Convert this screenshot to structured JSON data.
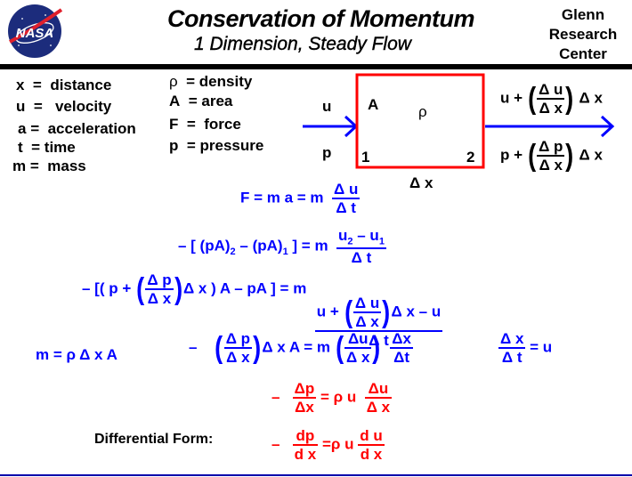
{
  "header": {
    "logo": "NASA",
    "title": "Conservation of Momentum",
    "subtitle": "1 Dimension, Steady Flow",
    "org_line1": "Glenn",
    "org_line2": "Research",
    "org_line3": "Center"
  },
  "colors": {
    "bar": "#000000",
    "equations": "#0000ff",
    "result": "#ff0000",
    "box": "#ff0000",
    "arrow": "#0000ff",
    "nasa_blue": "#1c2c7c"
  },
  "legend": {
    "left": [
      {
        "sym": "x",
        "eq": "=",
        "label": "distance"
      },
      {
        "sym": "u",
        "eq": "=",
        "label": "velocity"
      },
      {
        "sym": "a",
        "eq": "=",
        "label": "acceleration"
      },
      {
        "sym": "t",
        "eq": "=",
        "label": "time"
      },
      {
        "sym": "m",
        "eq": "=",
        "label": "mass"
      }
    ],
    "right": [
      {
        "sym": "ρ",
        "eq": "=",
        "label": "density"
      },
      {
        "sym": "A",
        "eq": "=",
        "label": "area"
      },
      {
        "sym": "F",
        "eq": "=",
        "label": "force"
      },
      {
        "sym": "p",
        "eq": "=",
        "label": "pressure"
      }
    ]
  },
  "diagram": {
    "in_u": "u",
    "in_p": "p",
    "box_A": "A",
    "box_rho": "ρ",
    "station1": "1",
    "station2": "2",
    "dx": "Δ x",
    "out_u_base": "u +",
    "out_u_num": "Δ u",
    "out_u_den": "Δ x",
    "out_u_tail": "Δ x",
    "out_p_base": "p +",
    "out_p_num": "Δ p",
    "out_p_den": "Δ x",
    "out_p_tail": "Δ x"
  },
  "equations": {
    "eq1": {
      "lhs": "F  =  m a  =  m",
      "num": "Δ u",
      "den": "Δ  t"
    },
    "eq2": {
      "lhs": "– [ (pA)",
      "sub2": "2",
      "mid": " – (pA)",
      "sub1": "1",
      "rhs": " ]  =  m",
      "num_a": "u",
      "num_sub2": "2",
      "num_b": "  – u",
      "num_sub1": "1",
      "den": "Δ t"
    },
    "eq3": {
      "lhs_a": "–  [( p +",
      "lnum": "Δ p",
      "lden": "Δ x",
      "lhs_b": "Δ x ) A  – pA ]  = m",
      "rnum_a": "u +",
      "rnum_num": "Δ u",
      "rnum_den": "Δ x",
      "rnum_b": "Δ x  –  u",
      "rden": "Δ t"
    },
    "eq4_mass": "m  = ρ Δ x  A",
    "eq4": {
      "lhs_a": "–",
      "lnum": "Δ  p",
      "lden": "Δ x",
      "lhs_b": "Δ x  A  =  m",
      "mnum": "Δu",
      "mden": "Δ x",
      "rnum": "Δx",
      "rden": "Δt"
    },
    "eq4_vel": {
      "num": "Δ x",
      "den": "Δ t",
      "rhs": "= u"
    },
    "eq5": {
      "lhs": "–",
      "lnum": "Δp",
      "lden": "Δx",
      "mid": "= ρ u",
      "rnum": "Δu",
      "rden": "Δ x"
    },
    "differential_label": "Differential  Form:",
    "eq6": {
      "lhs": "–",
      "lnum": "dp",
      "lden": "d x",
      "mid": "=ρ  u",
      "rnum": "d u",
      "rden": "d x"
    }
  }
}
